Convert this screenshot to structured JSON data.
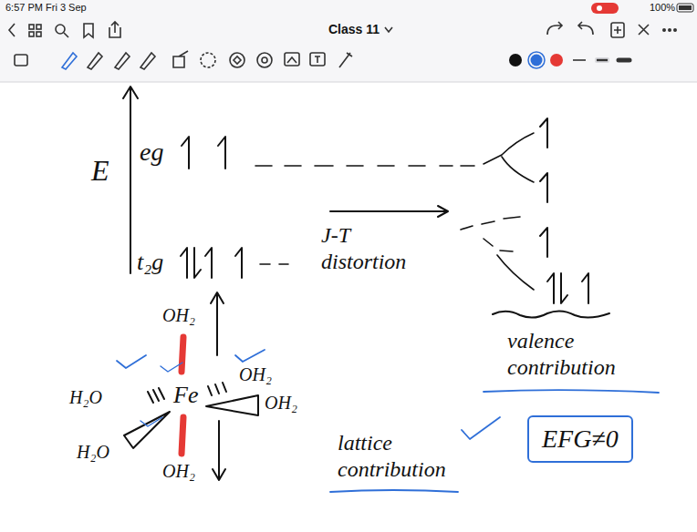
{
  "diagram": {
    "nodes": [
      {
        "text": [
          "EFG≠0"
        ]
      }
    ],
    "labels": [
      "6:57 PM  Fri 3 Sep",
      "100%",
      "Class 11",
      "E",
      "eg",
      "t₂g",
      "J-T distortion",
      "valence contribution",
      "OH₂",
      "H₂O",
      "Fe",
      "OH₂",
      "OH₂",
      "H₂O",
      "OH₂",
      "lattice contribution"
    ]
  }
}
